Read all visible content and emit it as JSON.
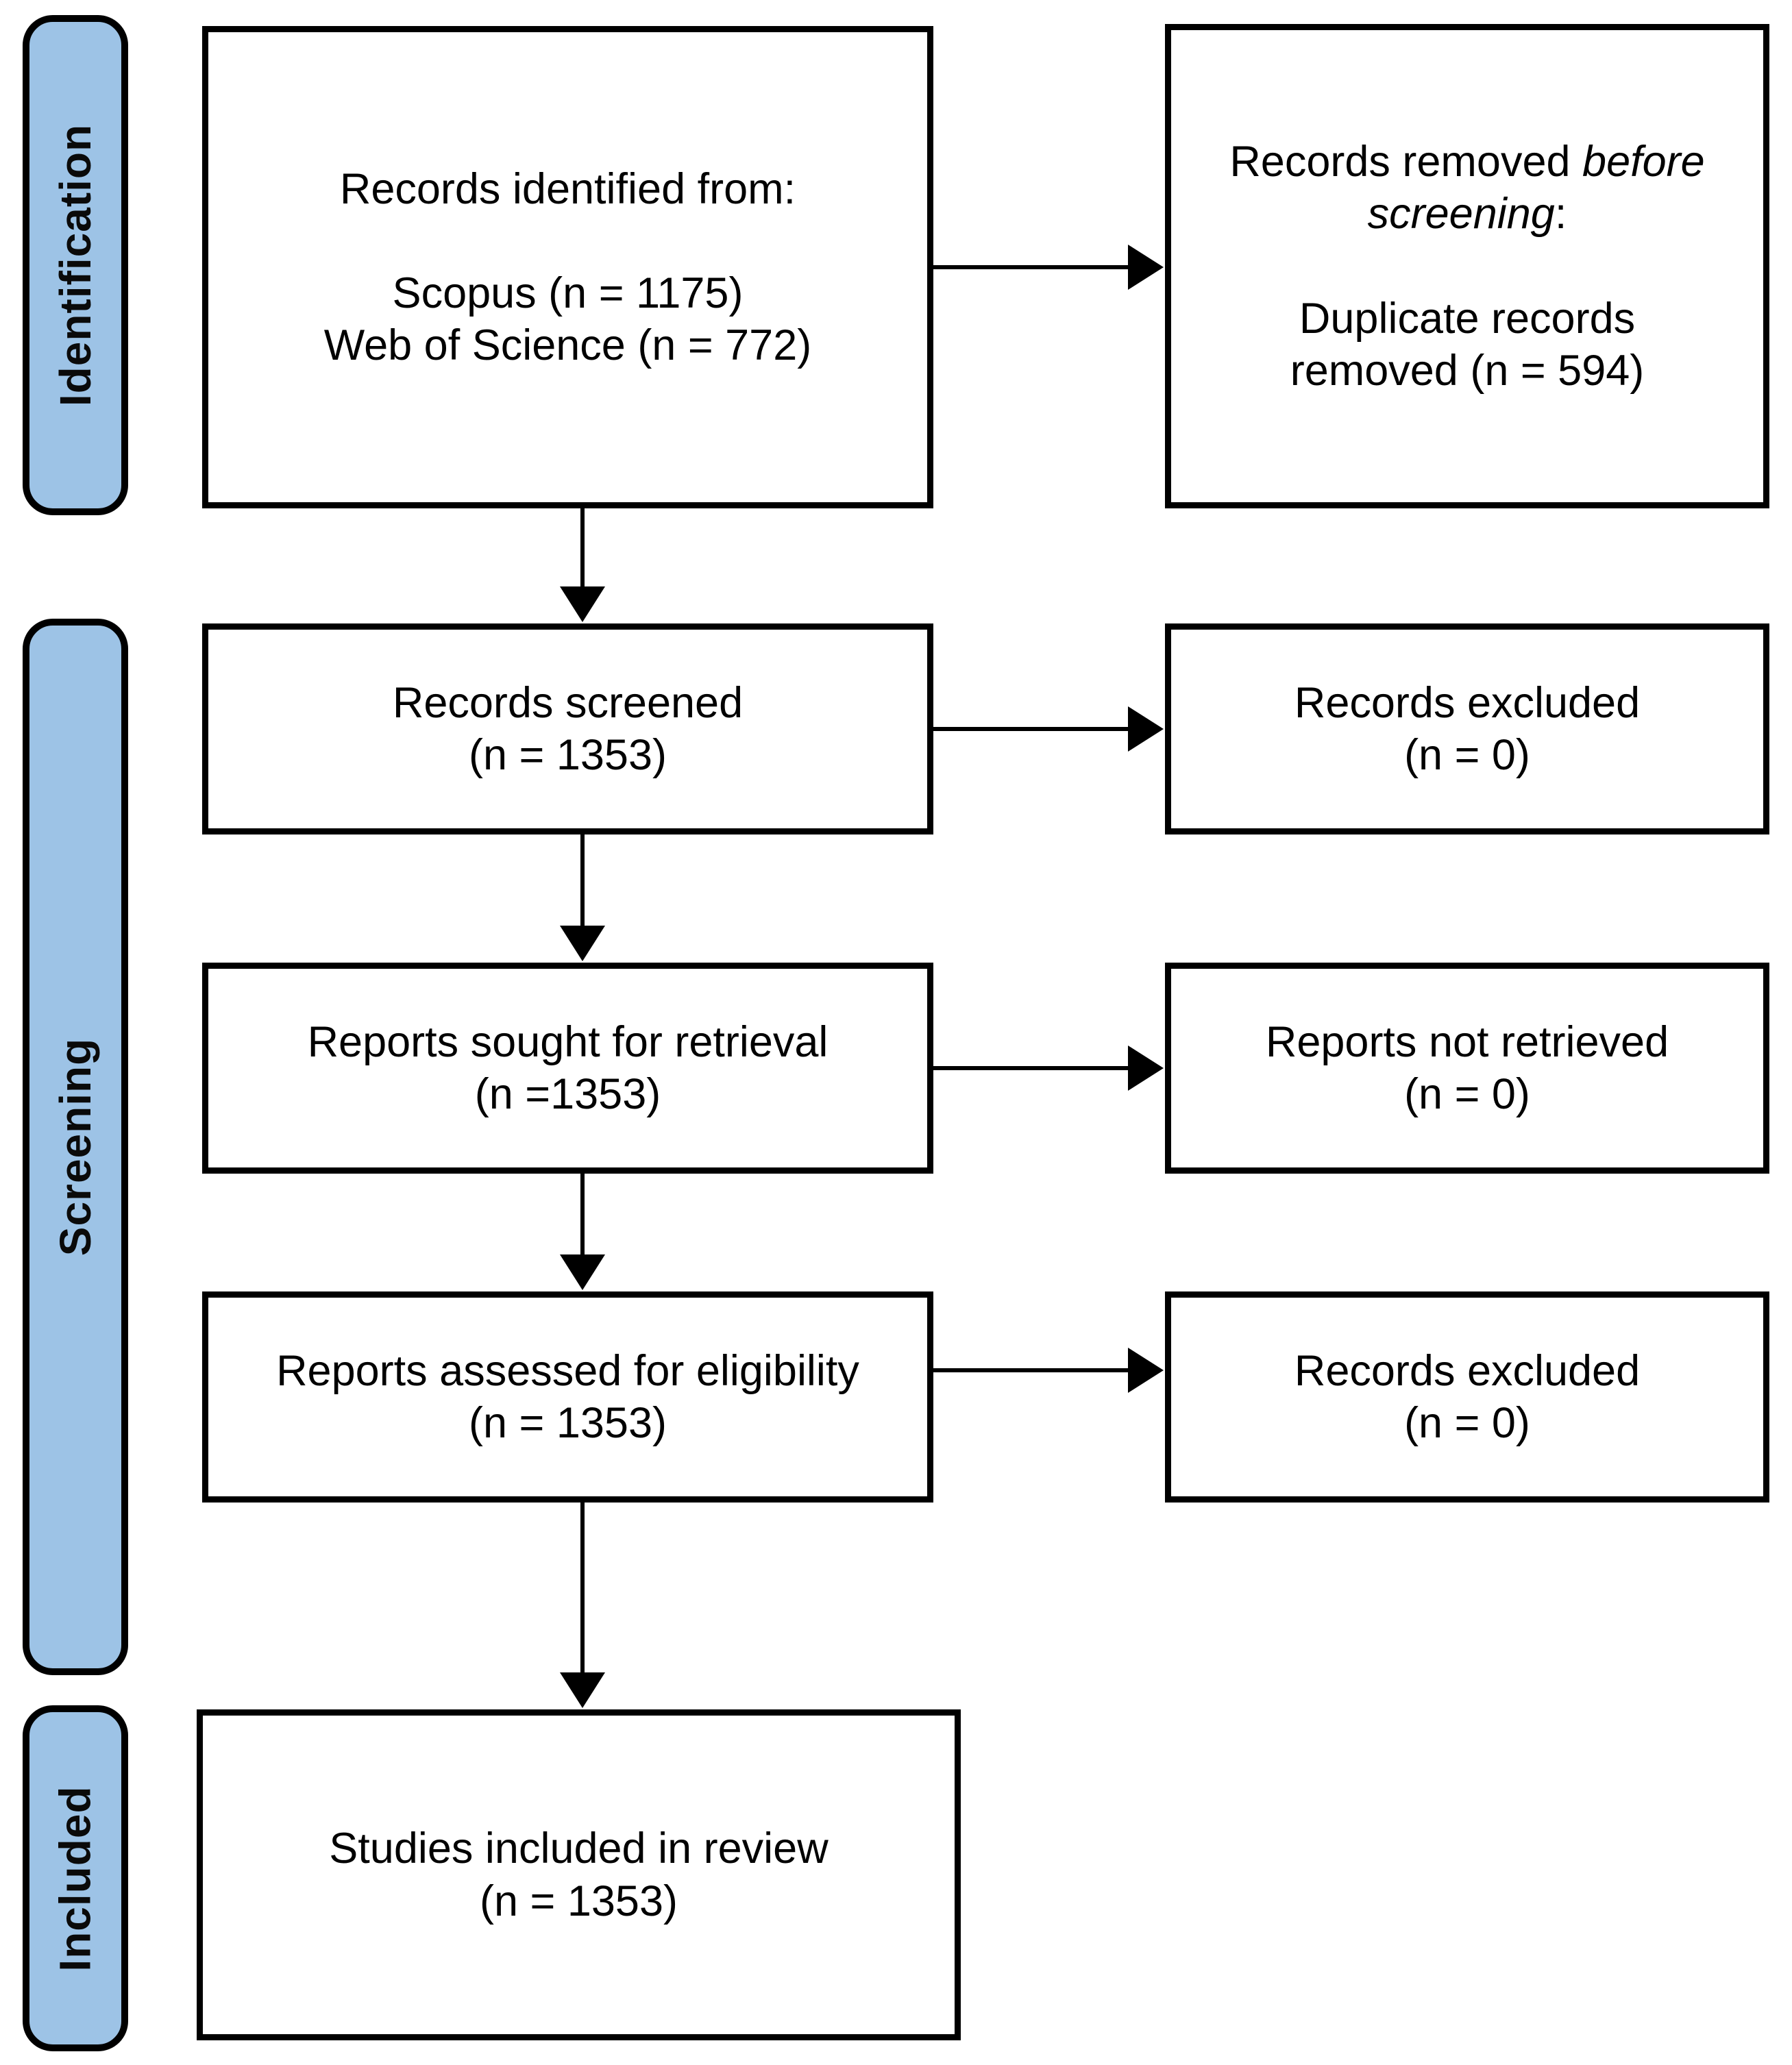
{
  "diagram": {
    "type": "prisma-flow",
    "colors": {
      "stage_fill": "#9DC3E6",
      "border": "#000000",
      "background": "#FFFFFF"
    },
    "stages": [
      {
        "label": "Identification"
      },
      {
        "label": "Screening"
      },
      {
        "label": "Included"
      }
    ],
    "boxes": {
      "identified": {
        "heading": "Records identified from:",
        "lines": [
          "Scopus (n = 1175)",
          "Web of Science (n = 772)"
        ]
      },
      "removed": {
        "heading_pre": "Records removed ",
        "heading_it1": "before",
        "heading_it2": "screening",
        "heading_colon": ":",
        "body_line1": "Duplicate records",
        "body_line2": "removed (n = 594)"
      },
      "screened": {
        "label": "Records screened",
        "count": "(n = 1353)"
      },
      "excluded_screening": {
        "label": "Records excluded",
        "count": "(n = 0)"
      },
      "sought": {
        "label": "Reports sought for retrieval",
        "count": "(n =1353)"
      },
      "not_retrieved": {
        "label": "Reports not retrieved",
        "count": "(n = 0)"
      },
      "assessed": {
        "label": "Reports assessed for eligibility",
        "count": "(n = 1353)"
      },
      "excluded_eligibility": {
        "label": "Records excluded",
        "count": "(n = 0)"
      },
      "included": {
        "label": "Studies included in review",
        "count": "(n = 1353)"
      }
    }
  }
}
